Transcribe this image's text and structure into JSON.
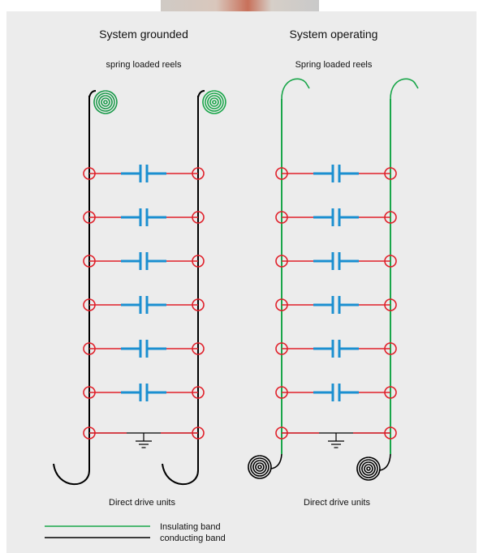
{
  "left_diagram": {
    "title": "System grounded",
    "top_label": "spring loaded reels",
    "bottom_label": "Direct drive units"
  },
  "right_diagram": {
    "title": "System operating",
    "top_label": "Spring loaded reels",
    "bottom_label": "Direct drive units"
  },
  "legend": [
    {
      "label": "Insulating band",
      "color": "#1aa64a"
    },
    {
      "label": "conducting band",
      "color": "#000000"
    }
  ],
  "colors": {
    "insulating_band": "#1aa64a",
    "conducting_band": "#000000",
    "connector_ring": "#e0202a",
    "capacitor": "#1b8fd0",
    "panel_background": "#ececec"
  },
  "icons": [
    "spiral-reel-icon",
    "ground-symbol-icon",
    "capacitor-icon",
    "connector-ring-icon"
  ]
}
